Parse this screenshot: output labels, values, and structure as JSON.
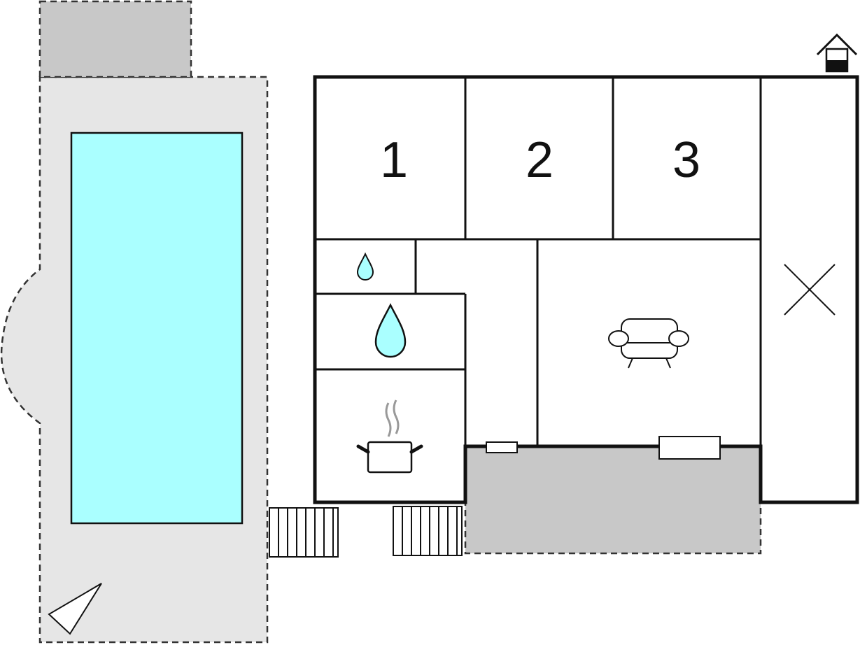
{
  "rooms": {
    "bedroom_1": "1",
    "bedroom_2": "2",
    "bedroom_3": "3"
  },
  "icons": {
    "entrance": "house-entrance-icon",
    "small_water": "water-drop-icon",
    "large_water": "water-drop-icon",
    "living": "sofa-icon",
    "kitchen": "cooking-pot-icon",
    "extra_room": "cross-icon",
    "terrace": "sun-lounger-icon"
  },
  "colors": {
    "pool": "#aaffff",
    "outdoor_area": "#e6e6e6",
    "covered_terrace": "#c8c8c8",
    "walls": "#111111"
  }
}
